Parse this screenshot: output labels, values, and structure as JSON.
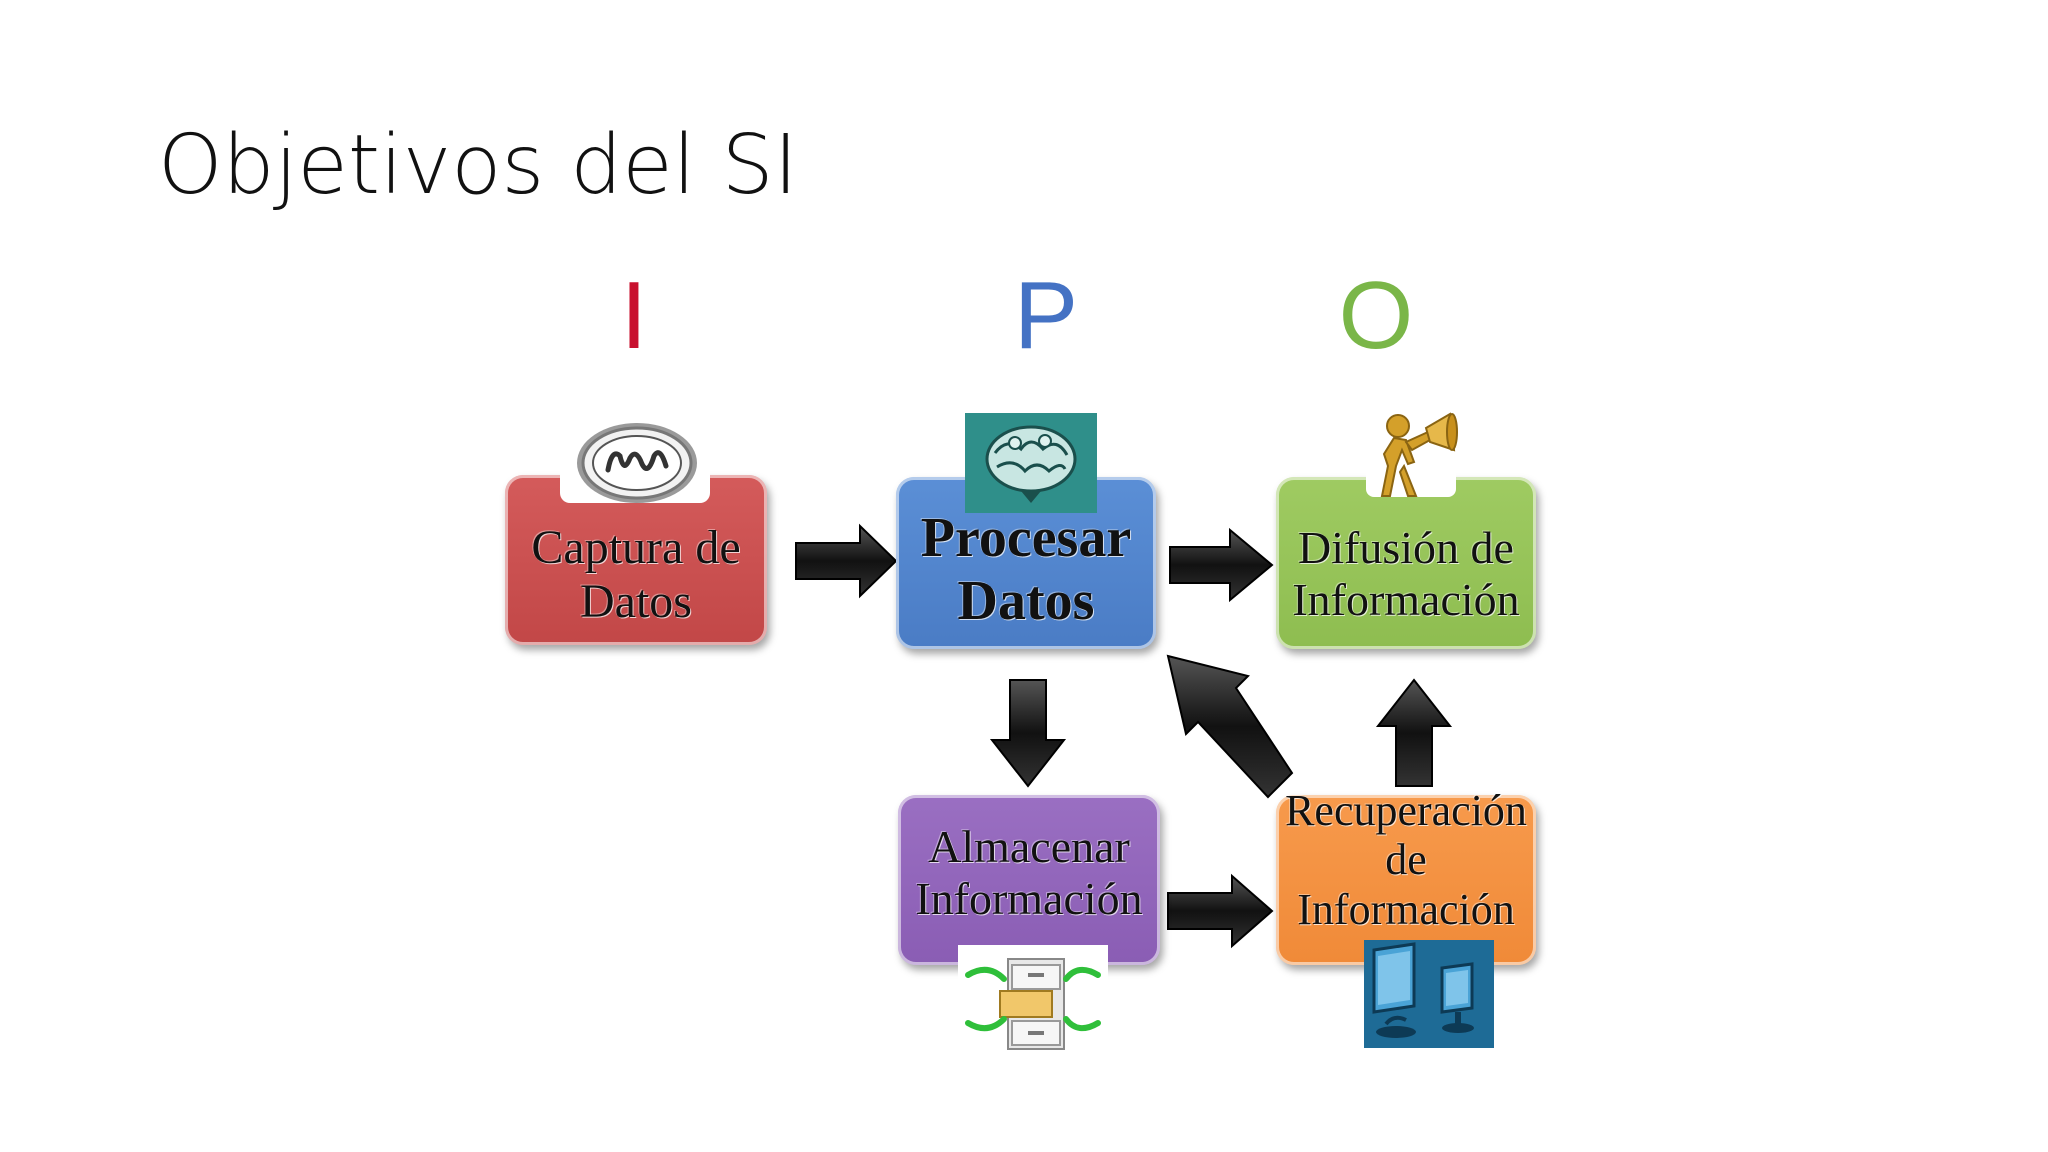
{
  "slide": {
    "title": "Objetivos del SI"
  },
  "ipo": {
    "i": "I",
    "p": "P",
    "o": "O"
  },
  "boxes": {
    "captura": {
      "line1": "Captura de",
      "line2": "Datos"
    },
    "procesar": {
      "line1": "Procesar",
      "line2": "Datos"
    },
    "difusion": {
      "line1": "Difusión de",
      "line2": "Información"
    },
    "almacenar": {
      "line1": "Almacenar",
      "line2": "Información"
    },
    "recuperacion": {
      "line1": "Recuperación de",
      "line2": "Información"
    }
  },
  "icons": {
    "captura": "info-badge-icon",
    "procesar": "brain-icon",
    "difusion": "megaphone-figure-icon",
    "almacenar": "file-cabinet-icon",
    "recuperacion": "monitors-icon"
  },
  "colors": {
    "i": "#c8102e",
    "p": "#4472c4",
    "o": "#7ab648",
    "captura": "#c24747",
    "procesar": "#4a7cc5",
    "difusion": "#8ebd50",
    "almacenar": "#8a5db4",
    "recuperacion": "#f08a38"
  }
}
